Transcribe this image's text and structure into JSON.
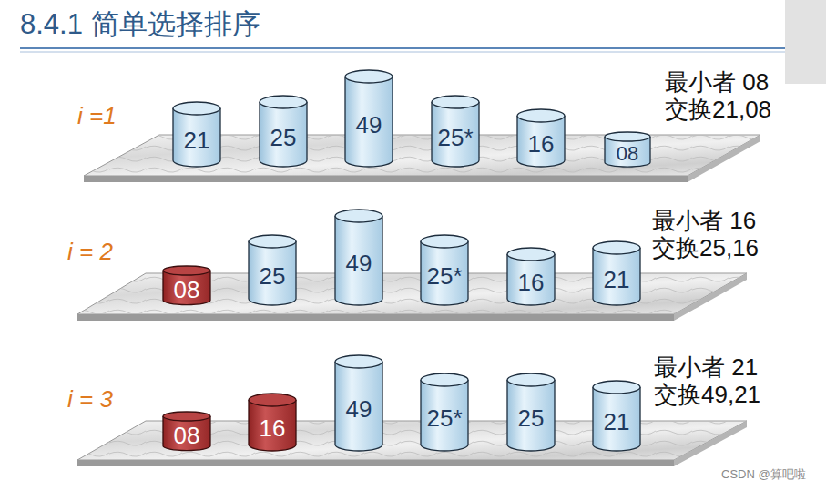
{
  "diagram": {
    "title": "8.4.1 简单选择排序",
    "nodes": [
      {
        "text": [
          "21"
        ]
      },
      {
        "text": [
          "25"
        ]
      },
      {
        "text": [
          "49"
        ]
      },
      {
        "text": [
          "25*"
        ]
      },
      {
        "text": [
          "16"
        ]
      },
      {
        "text": [
          "08"
        ]
      },
      {
        "text": [
          "08"
        ]
      },
      {
        "text": [
          "25"
        ]
      },
      {
        "text": [
          "49"
        ]
      },
      {
        "text": [
          "25*"
        ]
      },
      {
        "text": [
          "16"
        ]
      },
      {
        "text": [
          "21"
        ]
      },
      {
        "text": [
          "08"
        ]
      },
      {
        "text": [
          "16"
        ]
      },
      {
        "text": [
          "49"
        ]
      },
      {
        "text": [
          "25*"
        ]
      },
      {
        "text": [
          "25"
        ]
      },
      {
        "text": [
          "21"
        ]
      }
    ],
    "labels": [
      "i =1",
      "最小者 08",
      "交换21,08",
      "i = 2",
      "最小者 16",
      "交换25,16",
      "i = 3",
      "最小者 21",
      "交换49,21",
      "CSDN @算吧啦"
    ]
  }
}
